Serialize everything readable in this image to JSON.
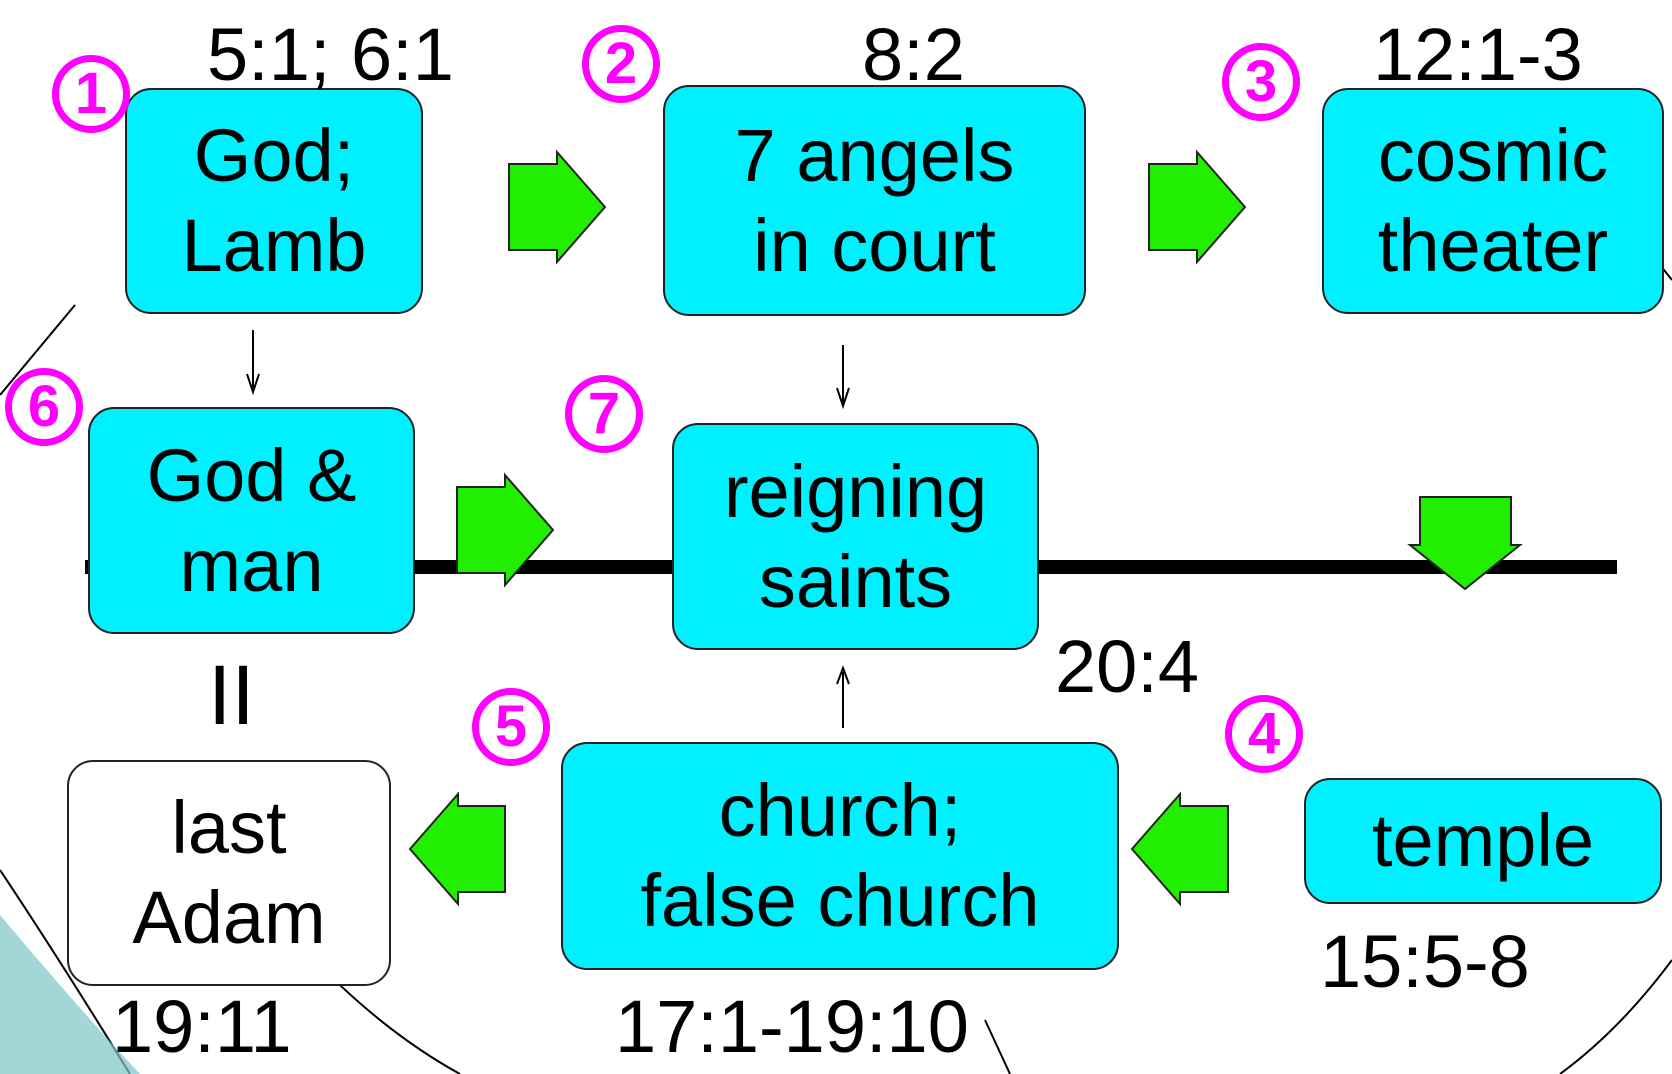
{
  "colors": {
    "box_fill": "#00f0ff",
    "number_color": "#ff00ff",
    "arrow_fill": "#22ee00",
    "line_color": "#000000"
  },
  "nodes": {
    "god_lamb": {
      "line1": "God;",
      "line2": "Lamb",
      "ref": "5:1; 6:1",
      "num": "1"
    },
    "seven_angels": {
      "line1": "7 angels",
      "line2": "in court",
      "ref": "8:2",
      "num": "2"
    },
    "cosmic": {
      "line1": "cosmic",
      "line2": "theater",
      "ref": "12:1-3",
      "num": "3"
    },
    "temple": {
      "line1": "temple",
      "ref": "15:5-8",
      "num": "4"
    },
    "church": {
      "line1": "church;",
      "line2": "false church",
      "ref": "17:1-19:10",
      "num": "5"
    },
    "god_man": {
      "line1": "God &",
      "line2": "man",
      "num": "6"
    },
    "reigning": {
      "line1": "reigning",
      "line2": "saints",
      "ref": "20:4",
      "num": "7"
    },
    "last_adam": {
      "line1": "last",
      "line2": "Adam",
      "ref": "19:11"
    }
  },
  "equals_sign": "II"
}
